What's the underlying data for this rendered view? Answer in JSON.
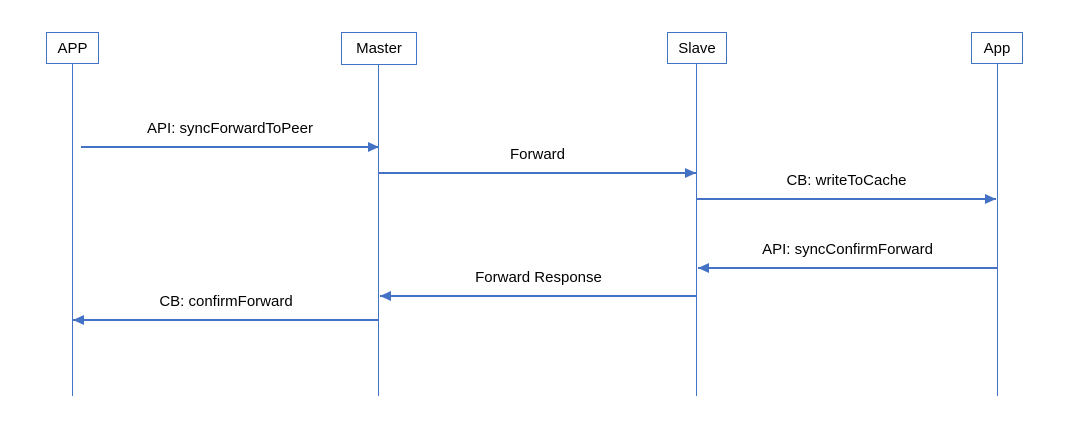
{
  "diagram": {
    "type": "sequence-diagram",
    "background_color": "#ffffff",
    "line_color": "#4472C4",
    "text_color": "#000000"
  },
  "actors": [
    {
      "label": "APP"
    },
    {
      "label": "Master"
    },
    {
      "label": "Slave"
    },
    {
      "label": "App"
    }
  ],
  "messages": [
    {
      "label": "API: syncForwardToPeer",
      "from": "APP",
      "to": "Master",
      "direction": "right"
    },
    {
      "label": "Forward",
      "from": "Master",
      "to": "Slave",
      "direction": "right"
    },
    {
      "label": "CB: writeToCache",
      "from": "Slave",
      "to": "App",
      "direction": "right"
    },
    {
      "label": "API: syncConfirmForward",
      "from": "App",
      "to": "Slave",
      "direction": "left"
    },
    {
      "label": "Forward Response",
      "from": "Slave",
      "to": "Master",
      "direction": "left"
    },
    {
      "label": "CB: confirmForward",
      "from": "Master",
      "to": "APP",
      "direction": "left"
    }
  ]
}
